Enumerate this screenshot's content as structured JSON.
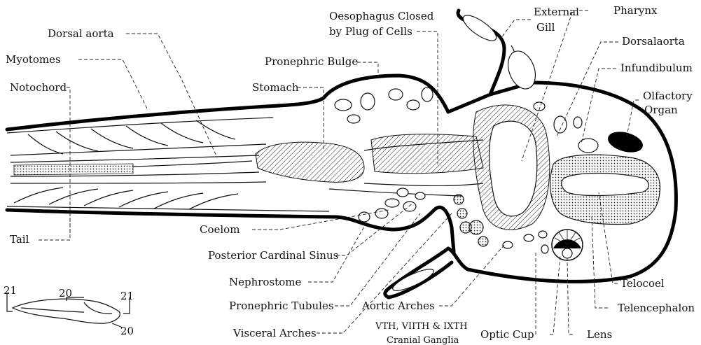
{
  "labels": {
    "dorsal_aorta_left": "Dorsal aorta",
    "myotomes": "Myotomes",
    "notochord": "Notochord",
    "tail": "Tail",
    "oesophagus_line1": "Oesophagus Closed",
    "oesophagus_line2": "by Plug of Cells",
    "pronephric_bulge": "Pronephric Bulge",
    "stomach": "Stomach",
    "external_gill_line1": "External",
    "external_gill_line2": "Gill",
    "pharynx": "Pharynx",
    "dorsalaorta_right": "Dorsalaorta",
    "infundibulum": "Infundibulum",
    "olfactory_line1": "Olfactory",
    "olfactory_line2": "Organ",
    "coelom": "Coelom",
    "posterior_cardinal_sinus": "Posterior Cardinal Sinus",
    "nephrostome": "Nephrostome",
    "pronephric_tubules": "Pronephric Tubules",
    "visceral_arches": "Visceral Arches",
    "aortic_arches": "Aortic Arches",
    "cranial_ganglia_line1": "VTH, VIITH & IXTH",
    "cranial_ganglia_line2": "Cranial Ganglia",
    "optic_cup": "Optic Cup",
    "lens": "Lens",
    "telocoel": "Telocoel",
    "telencephalon": "Telencephalon"
  },
  "inset": {
    "section_left": "21",
    "section_top": "20",
    "section_right": "21",
    "section_bottom": "20"
  }
}
